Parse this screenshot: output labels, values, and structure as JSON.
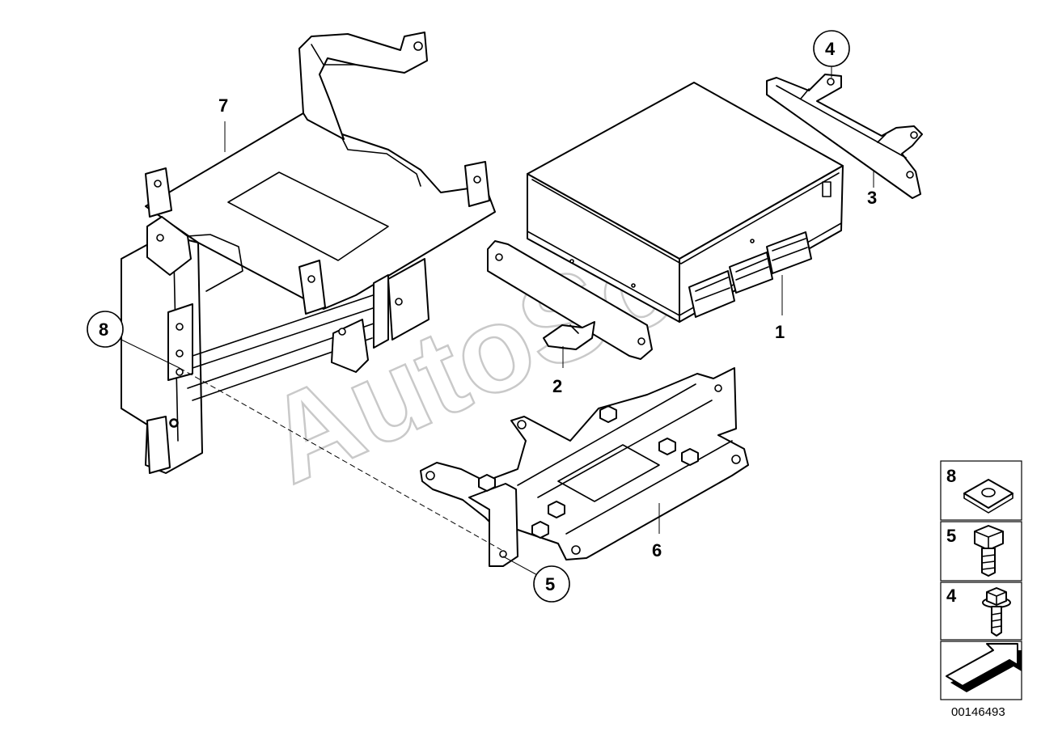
{
  "watermark": "AutoSoft",
  "drawing_number": "00146493",
  "callouts": {
    "p1": "1",
    "p2": "2",
    "p3": "3",
    "p4": "4",
    "p5": "5",
    "p6": "6",
    "p7": "7",
    "p8": "8"
  },
  "legend": {
    "nut": "8",
    "bolt_large": "5",
    "bolt_small": "4"
  }
}
